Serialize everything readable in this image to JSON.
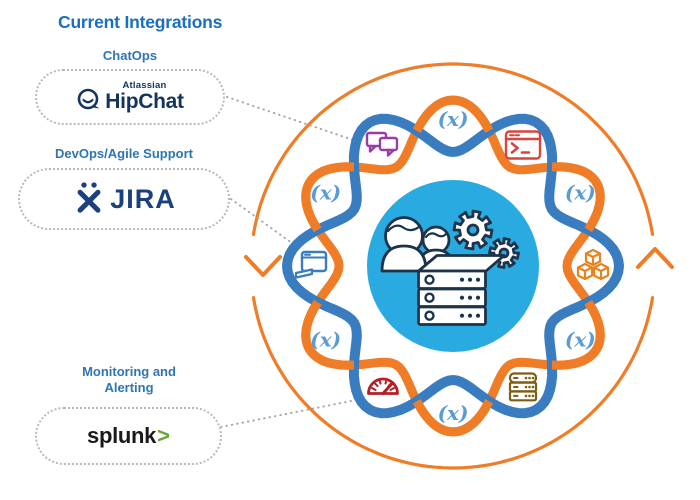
{
  "title": "Current Integrations",
  "integrations": [
    {
      "category": "ChatOps",
      "vendor_prefix": "Atlassian",
      "vendor": "HipChat"
    },
    {
      "category": "DevOps/Agile Support",
      "vendor": "JIRA"
    },
    {
      "category": "Monitoring and Alerting",
      "vendor": "splunk",
      "vendor_suffix": ">"
    }
  ],
  "diagram": {
    "variable_label": "(x)",
    "variable_angles": [
      30,
      90,
      150,
      210,
      270,
      330
    ],
    "colors": {
      "ring_blue": "#3a7cc0",
      "ring_orange": "#ef7d28",
      "center_fill": "#29abe2",
      "variable_blue": "#5b9bd5",
      "connector_gray": "#a8a8a8",
      "icon_outline_navy": "#1d3349"
    },
    "nodes": [
      {
        "name": "chat-bubbles-icon",
        "color": "#993ca8",
        "angle": 120
      },
      {
        "name": "terminal-icon",
        "color": "#d9453c",
        "angle": 60
      },
      {
        "name": "cubes-icon",
        "color": "#e8831e",
        "angle": 0
      },
      {
        "name": "window-icon",
        "color": "#3a7cc0",
        "angle": 180
      },
      {
        "name": "gauge-icon",
        "color": "#b51f23",
        "angle": 240
      },
      {
        "name": "server-icon",
        "color": "#7d5d10",
        "angle": 300
      }
    ],
    "brand_colors": {
      "title_blue": "#1a6fc2",
      "label_blue": "#2e75b6",
      "hipchat_navy": "#15335f",
      "jira_navy": "#1b4080",
      "splunk_black": "#1a1a1a",
      "splunk_green": "#65a637"
    }
  }
}
